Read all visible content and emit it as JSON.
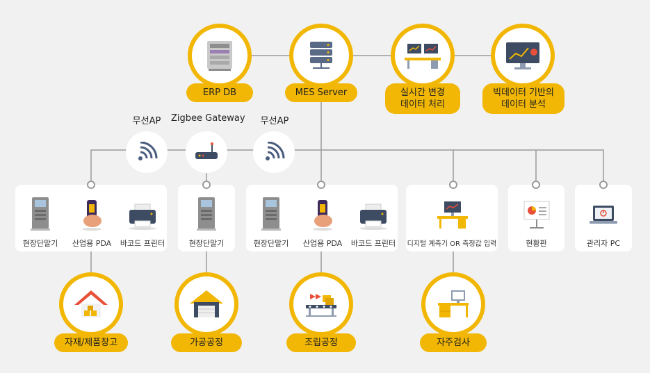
{
  "top_nodes": [
    {
      "label": "ERP DB"
    },
    {
      "label": "MES Server"
    },
    {
      "label": "실시간 변경\n데이터 처리"
    },
    {
      "label": "빅데이터 기반의\n데이터 분석"
    }
  ],
  "network_nodes": [
    "무선AP",
    "Zigbee Gateway",
    "무선AP"
  ],
  "device_groups": [
    {
      "items": [
        "현장단말기",
        "산업용 PDA",
        "바코드 프린터"
      ]
    },
    {
      "items": [
        "현장단말기"
      ]
    },
    {
      "items": [
        "현장단말기",
        "산업용 PDA",
        "바코드 프린터"
      ]
    },
    {
      "items": [
        "디지털 계측기 OR 측정값 입력"
      ]
    },
    {
      "items": [
        "현황판"
      ]
    },
    {
      "items": [
        "관리자 PC"
      ]
    }
  ],
  "processes": [
    "자재/제품창고",
    "가공공정",
    "조립공정",
    "자주검사"
  ],
  "colors": {
    "accent": "#f2b705",
    "line": "#9a9a9a",
    "background": "#f1f1f1",
    "icon_blue": "#4a5d7e"
  }
}
